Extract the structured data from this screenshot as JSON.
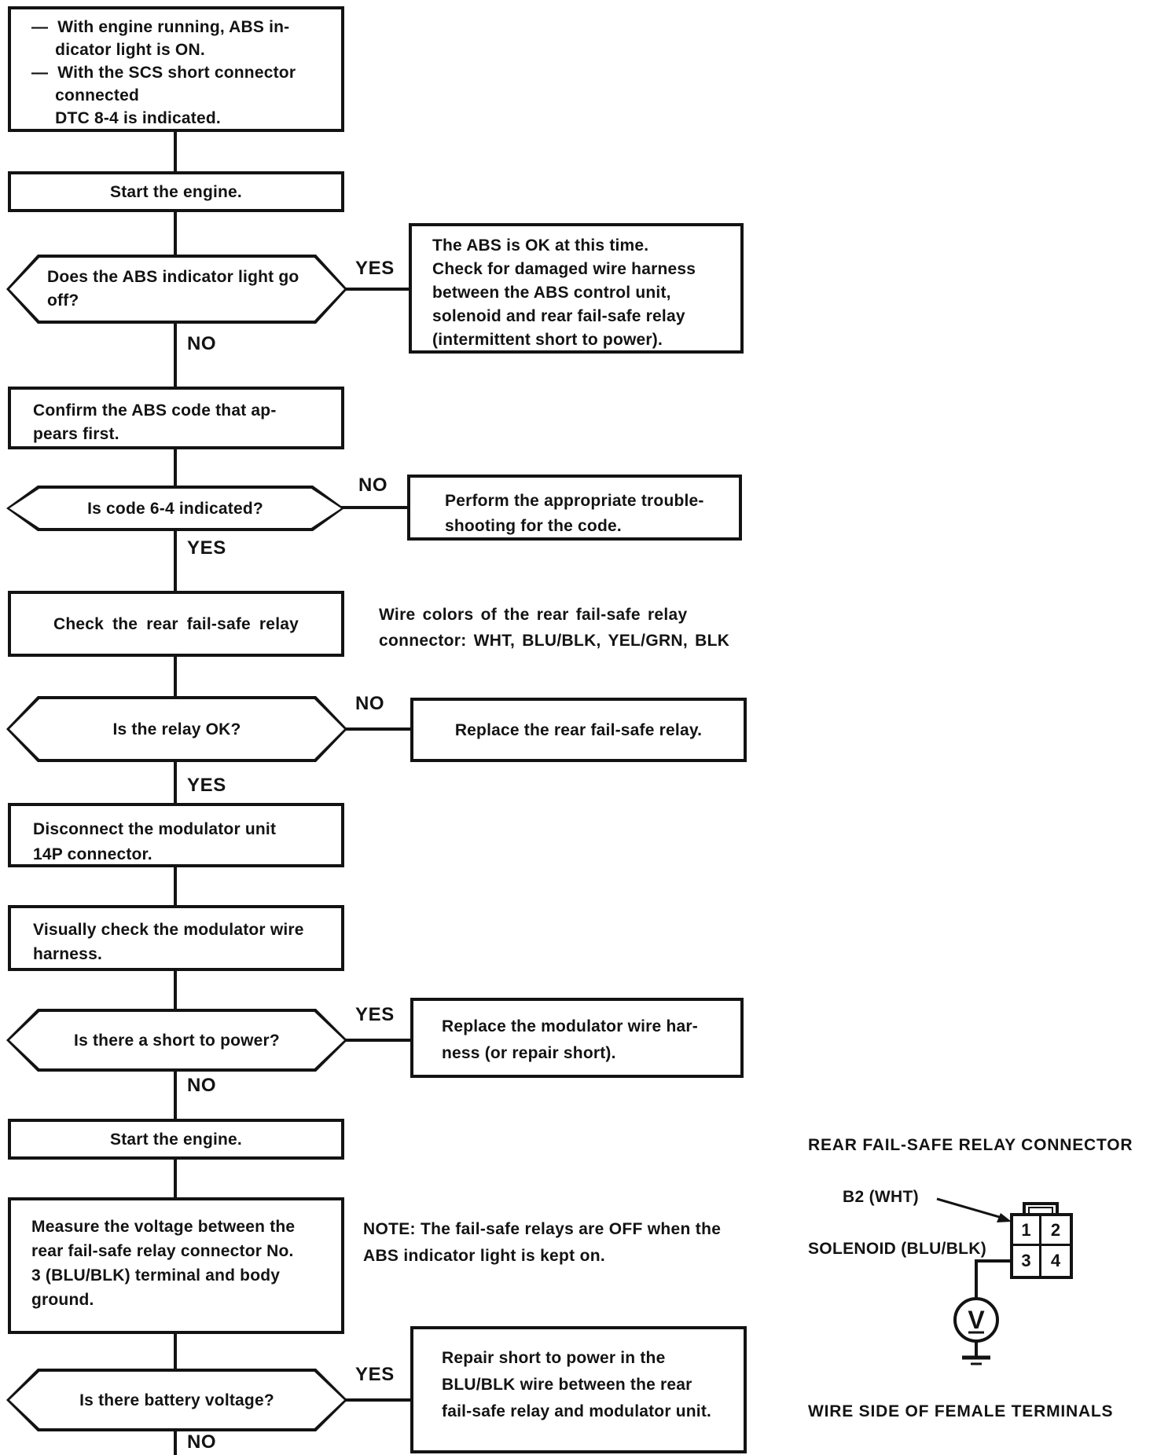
{
  "page": {
    "paper_color": "#ffffff",
    "ink_color": "#131313"
  },
  "flowchart": {
    "labels": {
      "yes": "YES",
      "no": "NO"
    },
    "nodes": {
      "conditions": {
        "text": "—  With engine running, ABS in-\n     dicator light is ON.\n—  With the SCS short connector\n     connected\n     DTC 8-4 is indicated."
      },
      "start_engine_1": {
        "text": "Start the engine."
      },
      "abs_light_off": {
        "text": "Does the ABS indicator light go\noff?"
      },
      "abs_ok": {
        "text": "The ABS is OK at this time.\nCheck for damaged wire harness\nbetween the ABS control unit,\nsolenoid and rear fail-safe relay\n(intermittent short to power)."
      },
      "confirm_code": {
        "text": "Confirm the ABS code that ap-\npears first."
      },
      "code_64": {
        "text": "Is code 6-4 indicated?"
      },
      "perform_troubleshooting": {
        "text": "Perform the appropriate trouble-\nshooting for the code."
      },
      "check_relay": {
        "text": "Check the rear fail-safe relay"
      },
      "wire_colors_note": {
        "text": "Wire colors of the rear fail-safe relay\nconnector: WHT, BLU/BLK, YEL/GRN, BLK"
      },
      "relay_ok": {
        "text": "Is the relay OK?"
      },
      "replace_relay": {
        "text": "Replace the rear fail-safe relay."
      },
      "disconnect_14p": {
        "text": "Disconnect the modulator unit\n14P connector."
      },
      "visual_check": {
        "text": "Visually check the modulator wire\nharness."
      },
      "short_to_power": {
        "text": "Is there a short to power?"
      },
      "replace_harness": {
        "text": "Replace the modulator wire har-\nness (or repair short)."
      },
      "start_engine_2": {
        "text": "Start the engine."
      },
      "measure_voltage": {
        "text": "Measure the voltage between the\nrear fail-safe relay connector No.\n3 (BLU/BLK) terminal and body\nground."
      },
      "failsafe_note": {
        "text": "NOTE: The fail-safe relays are OFF when the\nABS indicator light is kept on."
      },
      "battery_voltage": {
        "text": "Is there battery voltage?"
      },
      "repair_short": {
        "text": "Repair short to power in the\nBLU/BLK wire between the rear\nfail-safe relay and modulator unit."
      }
    }
  },
  "connector_diagram": {
    "title": "REAR FAIL-SAFE RELAY CONNECTOR",
    "b2_label": "B2 (WHT)",
    "solenoid_label": "SOLENOID (BLU/BLK)",
    "terminals": [
      "1",
      "2",
      "3",
      "4"
    ],
    "voltmeter_label": "V",
    "caption": "WIRE SIDE OF FEMALE TERMINALS"
  }
}
